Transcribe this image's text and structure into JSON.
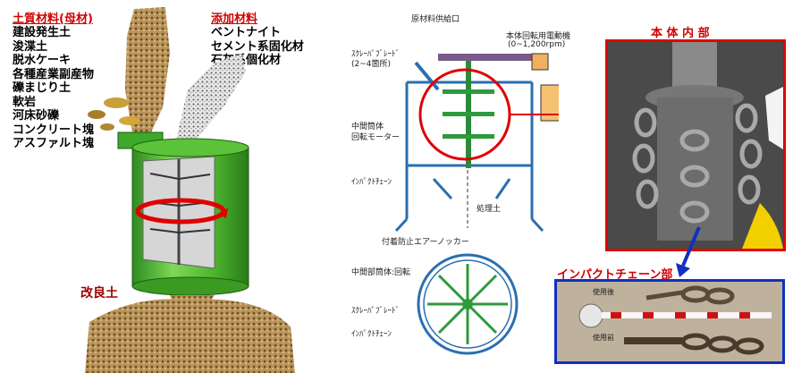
{
  "base_materials": {
    "title": "土質材料(母材)",
    "items": [
      "建設発生土",
      "浚渫土",
      "脱水ケーキ",
      "各種産業副産物",
      "礫まじり土",
      "軟岩",
      "河床砂礫",
      "コンクリート塊",
      "アスファルト塊"
    ]
  },
  "additives": {
    "title": "添加材料",
    "items": [
      "ベントナイト",
      "セメント系固化材",
      "石灰系個化材"
    ]
  },
  "improved_soil_label": "改良土",
  "diagram_labels": {
    "feed_port": "原材料供給口",
    "motor": "本体回転用電動機",
    "motor_rpm": "(0~1,200rpm)",
    "scraper_blade": "ｽｸﾚｰﾊﾟﾌﾞﾚｰﾄﾞ",
    "scraper_count": "(2~4箇所)",
    "mid_cylinder_motor": "中間筒体",
    "mid_cylinder_motor_2": "回転モーター",
    "impact_chain": "ｲﾝﾊﾟｸﾄﾁｪｰﾝ",
    "treated_soil": "処理土",
    "anti_adhesion_knocker": "付着防止エアーノッカー",
    "mid_cylinder_rotation": "中間部筒体:回転",
    "scraper_blade_bottom": "ｽｸﾚｰﾊﾟﾌﾞﾚｰﾄﾞ",
    "impact_chain_bottom": "ｲﾝﾊﾟｸﾄﾁｪｰﾝ"
  },
  "photo_interior": {
    "title": "本 体 内 部"
  },
  "photo_chain": {
    "title": "インパクトチェーン部",
    "used_after": "使用後",
    "used_before": "使用前"
  },
  "colors": {
    "accent_red": "#e00000",
    "accent_blue": "#1030c0",
    "machine_blue": "#2a6fb0",
    "chain_green": "#2e9a3c"
  }
}
